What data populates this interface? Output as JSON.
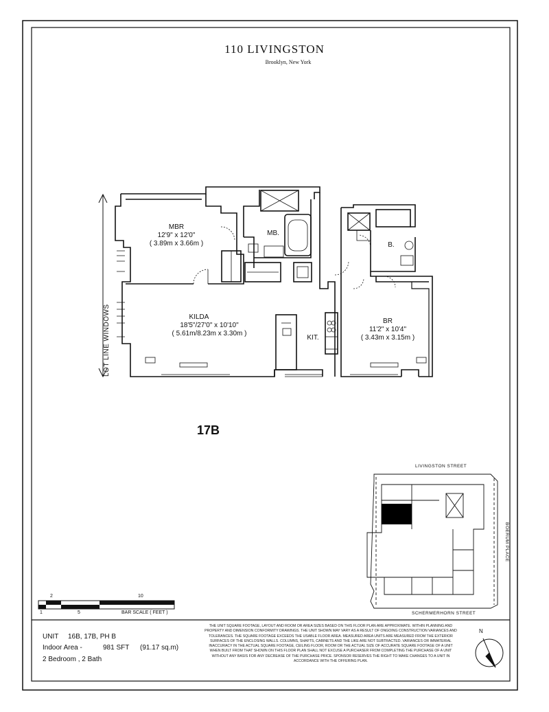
{
  "header": {
    "title": "110 LIVINGSTON",
    "subtitle": "Brooklyn, New York"
  },
  "plan": {
    "unit_label": "17B",
    "lot_line_label": "LOT LINE WINDOWS",
    "rooms": [
      {
        "name": "MBR",
        "dim_imperial": "12'9\" x 12'0\"",
        "dim_metric": "( 3.89m x 3.66m )"
      },
      {
        "name": "MB.",
        "dim_imperial": "",
        "dim_metric": ""
      },
      {
        "name": "KILDA",
        "dim_imperial": "18'5\"/27'0\" x 10'10\"",
        "dim_metric": "( 5.61m/8.23m x 3.30m )"
      },
      {
        "name": "KIT.",
        "dim_imperial": "",
        "dim_metric": ""
      },
      {
        "name": "B.",
        "dim_imperial": "",
        "dim_metric": ""
      },
      {
        "name": "BR",
        "dim_imperial": "11'2\" x 10'4\"",
        "dim_metric": "( 3.43m x 3.15m )"
      }
    ]
  },
  "key_plan": {
    "top_street": "LIVINGSTON  STREET",
    "right_street": "BOERUM PLACE",
    "bottom_street": "SCHERMERHORN  STREET"
  },
  "scale": {
    "label": "BAR SCALE  ( FEET )",
    "ticks": [
      "2",
      "10",
      "1",
      "5"
    ]
  },
  "info": {
    "unit_line_label": "UNIT",
    "unit_line_value": "16B, 17B, PH B",
    "area_label": "Indoor Area -",
    "area_value": "981 SFT",
    "area_metric": "(91.17 sq.m)",
    "rooms_line": "2 Bedroom , 2 Bath",
    "disclaimer": "THE UNIT SQUARE FOOTAGE, LAYOUT AND ROOM OR AREA SIZES BASED ON THIS FLOOR PLAN ARE APPROXIMATE. WITHIN PLANNING AND PROPERTY AND DIMENSION CONFORMITY DRAWINGS. THE UNIT SHOWN MAY VARY AS A RESULT OF ONGOING CONSTRUCTION VARIANCES AND TOLERANCES. THE SQUARE FOOTAGE EXCEEDS THE USABLE FLOOR AREA. MEASURED AREA UNITS ARE MEASURED FROM THE EXTERIOR SURFACES OF THE ENCLOSING WALLS. COLUMNS, SHAFTS, CABINETS AND THE LIKE ARE NOT SUBTRACTED. VARIANCES OR IMMATERIAL INACCURACY IN THE ACTUAL SQUARE FOOTAGE, CEILING FLOOR, ROOM OR THE ACTUAL SIZE OF ACCURATE SQUARE FOOTAGE OF A UNIT WHEN BUILT FROM THAT SHOWN ON THIS FLOOR PLAN SHALL NOT EXCUSE A PURCHASER FROM COMPLETING THE PURCHASE OF A UNIT WITHOUT ANY BASIS FOR ANY DECREASE OF THE PURCHASE PRICE. SPONSOR RESERVES THE RIGHT TO MAKE CHANGES TO A UNIT IN ACCORDANCE WITH THE OFFERING PLAN."
  },
  "compass": {
    "north_label": "N"
  },
  "colors": {
    "ink": "#111111",
    "paper": "#ffffff",
    "highlight": "#000000"
  }
}
